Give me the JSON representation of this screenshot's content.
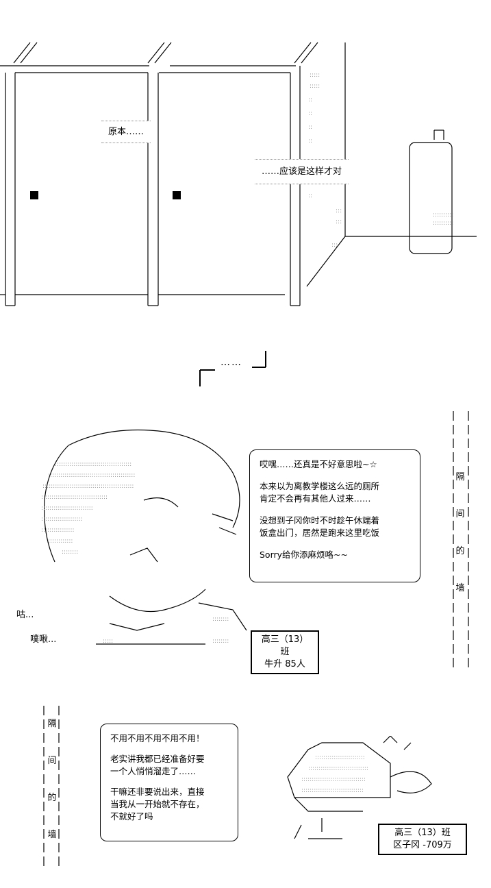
{
  "panel1": {
    "caption_left": "原本……",
    "caption_right": "……应该是这样才对"
  },
  "panel2": {
    "ellipsis": "……"
  },
  "panel3": {
    "bubble_lines": [
      "哎嘿……还真是不好意思啦~☆",
      "",
      "本来以为离教学楼这么远的厕所",
      "肯定不会再有其他人过来……",
      "",
      "没想到子冈你时不时趁午休端着",
      "饭盒出门，居然是跑来这里吃饭",
      "",
      "Sorry给你添麻烦咯~~"
    ],
    "sfx1": "咕...",
    "sfx2": "噗啾...",
    "name_box": [
      "高三（13）班",
      "牛升  85人"
    ],
    "vertical_label": [
      "隔",
      "间",
      "的",
      "墙"
    ]
  },
  "panel4": {
    "vertical_label": [
      "隔",
      "间",
      "的",
      "墙"
    ],
    "bubble_lines": [
      "不用不用不用不用不用！",
      "",
      "老实讲我都已经准备好要",
      "一个人悄悄溜走了……",
      "",
      "干嘛还非要说出来，直接",
      "当我从一开始就不存在，",
      "不就好了吗"
    ],
    "name_box": [
      "高三（13）班",
      "区子冈 -709万"
    ]
  }
}
